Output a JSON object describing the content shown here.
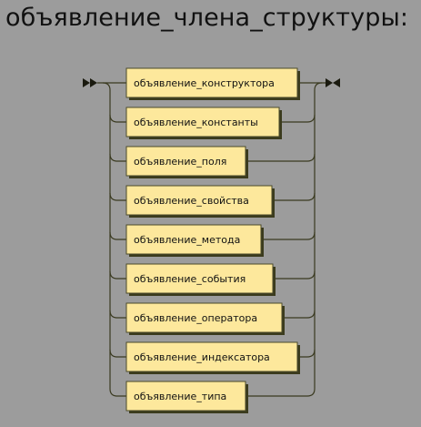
{
  "title": "объявление_члена_структуры:",
  "alternatives": [
    {
      "label": "объявление_конструктора"
    },
    {
      "label": "объявление_константы"
    },
    {
      "label": "объявление_поля"
    },
    {
      "label": "объявление_свойства"
    },
    {
      "label": "объявление_метода"
    },
    {
      "label": "объявление_события"
    },
    {
      "label": "объявление_оператора"
    },
    {
      "label": "объявление_индексатора"
    },
    {
      "label": "объявление_типа"
    }
  ],
  "colors": {
    "background": "#9c9c9c",
    "box_fill": "#fde89c",
    "box_shadow": "#3b3b1d",
    "rail": "#3a3a20"
  },
  "icons": {
    "start": "double-arrow-start-icon",
    "end": "double-arrow-end-icon"
  }
}
